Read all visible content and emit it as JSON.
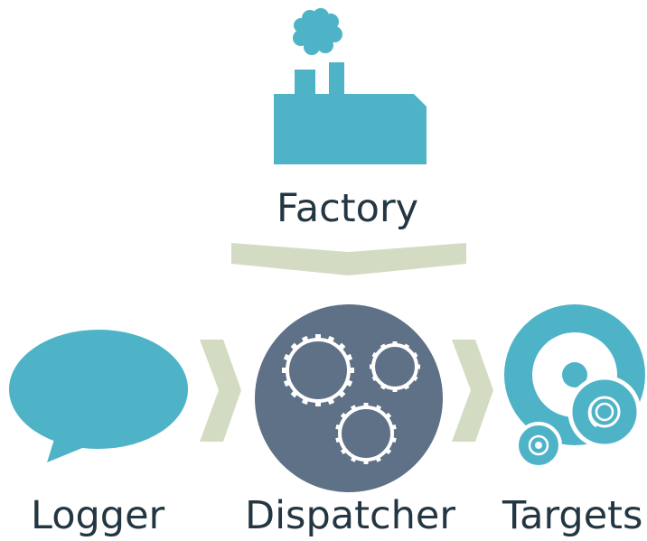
{
  "diagram": {
    "nodes": {
      "factory": {
        "label": "Factory",
        "icon": "factory-icon"
      },
      "logger": {
        "label": "Logger",
        "icon": "speech-bubble-icon"
      },
      "dispatcher": {
        "label": "Dispatcher",
        "icon": "gears-icon"
      },
      "targets": {
        "label": "Targets",
        "icon": "targets-icon"
      }
    },
    "connectors": [
      {
        "from": "factory",
        "to": "dispatcher",
        "shape": "chevron-down"
      },
      {
        "from": "logger",
        "to": "dispatcher",
        "shape": "chevron-right"
      },
      {
        "from": "dispatcher",
        "to": "targets",
        "shape": "chevron-right"
      }
    ]
  },
  "colors": {
    "teal": "#4fb3c8",
    "slate": "#5f7186",
    "chevron": "#d3dcc3",
    "text": "#233642"
  }
}
